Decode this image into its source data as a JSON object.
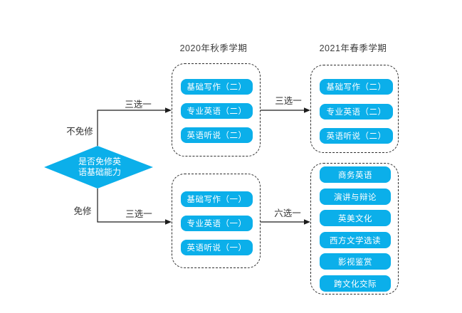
{
  "headers": {
    "fall_2020": "2020年秋季学期",
    "spring_2021": "2021年春季学期"
  },
  "decision": {
    "lines": [
      "是否免修英",
      "语基础能力"
    ]
  },
  "labels": {
    "not_exempt": "不免修",
    "exempt": "免修",
    "choose_three_upper": "三选一",
    "choose_three_upper_right": "三选一",
    "choose_three_lower": "三选一",
    "choose_six": "六选一"
  },
  "boxes": {
    "fall_required": {
      "courses": [
        "基础写作（二）",
        "专业英语（二）",
        "英语听说（二）"
      ]
    },
    "spring_required": {
      "courses": [
        "基础写作（二）",
        "专业英语（二）",
        "英语听说（二）"
      ]
    },
    "fall_exempt": {
      "courses": [
        "基础写作（一）",
        "专业英语（一）",
        "英语听说（一）"
      ]
    },
    "spring_electives": {
      "courses": [
        "商务英语",
        "演讲与辩论",
        "英美文化",
        "西方文学选读",
        "影视鉴赏",
        "跨文化交际"
      ]
    }
  },
  "colors": {
    "accent": "#0BAFEA",
    "line": "#1c1c1c",
    "text": "#3a3a3a"
  }
}
